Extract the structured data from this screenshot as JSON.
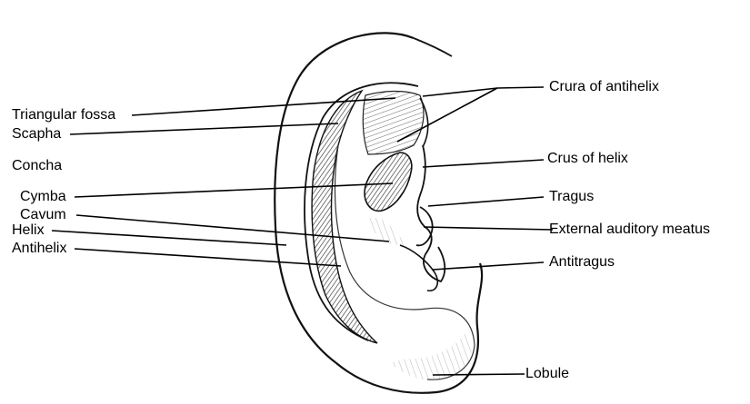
{
  "diagram": {
    "labels": {
      "crura_of_antihelix": "Crura of antihelix",
      "triangular_fossa": "Triangular fossa",
      "scapha": "Scapha",
      "concha": "Concha",
      "crus_of_helix": "Crus of helix",
      "cymba": "Cymba",
      "cavum": "Cavum",
      "tragus": "Tragus",
      "helix": "Helix",
      "external_auditory_meatus": "External auditory meatus",
      "antihelix": "Antihelix",
      "antitragus": "Antitragus",
      "lobule": "Lobule"
    }
  }
}
